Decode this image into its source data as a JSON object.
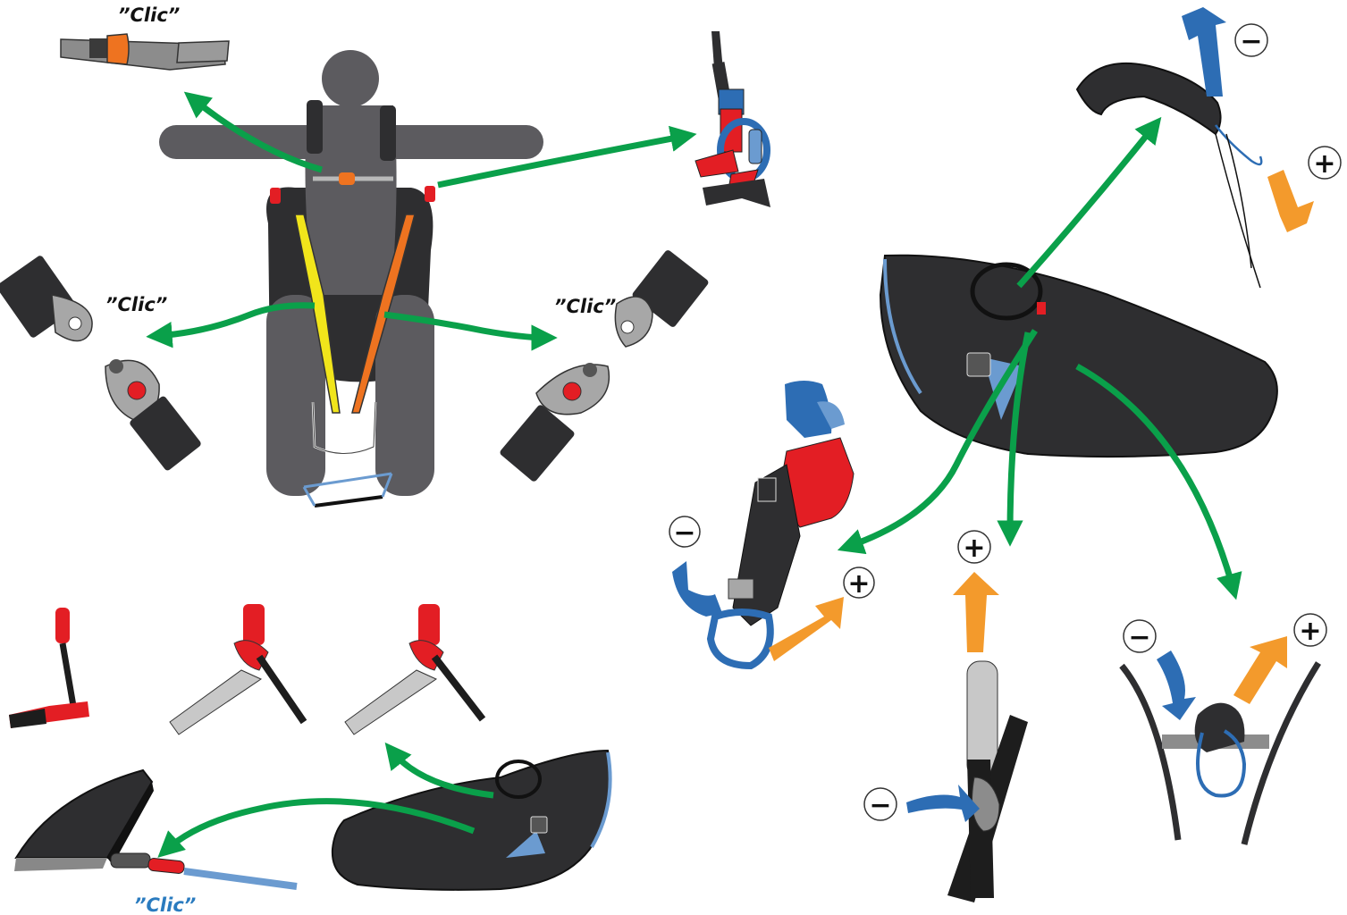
{
  "labels": {
    "clic_top": "”Clic”",
    "clic_left": "”Clic”",
    "clic_right": "”Clic”",
    "clic_bottom": "”Clic”"
  },
  "symbols": {
    "minus": "−",
    "plus": "+"
  },
  "colors": {
    "arrow_green": "#0aa04a",
    "adjust_blue": "#2d6db4",
    "adjust_orange": "#f39a2c",
    "buckle_orange": "#ee7320",
    "harness_dark": "#2e2e30",
    "pilot_grey": "#5c5b5f",
    "webbing_red": "#e31e24",
    "light_blue": "#6b9bd0",
    "clic_blue": "#2a7bbf"
  }
}
